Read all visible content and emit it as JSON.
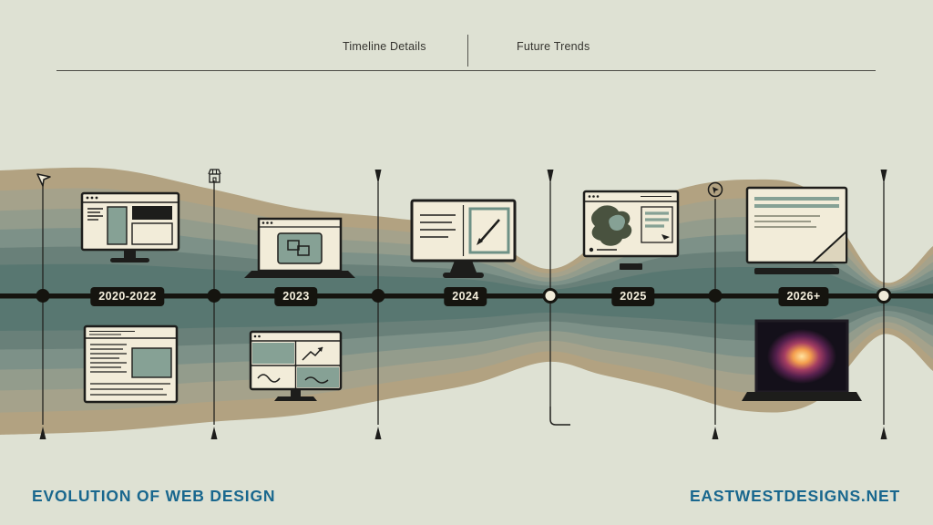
{
  "header": {
    "tab_left": "Timeline Details",
    "tab_right": "Future Trends"
  },
  "milestones": [
    {
      "label": "2020-2022"
    },
    {
      "label": "2023"
    },
    {
      "label": "2024"
    },
    {
      "label": "2025"
    },
    {
      "label": "2026+"
    }
  ],
  "footer": {
    "title": "EVOLUTION OF WEB DESIGN",
    "site": "EASTWESTDESIGNS.NET"
  },
  "icons": {
    "marker_top_1": "cursor-icon",
    "marker_top_2": "storefront-icon",
    "marker_top_3": "pin-icon",
    "marker_top_4": "pin-icon",
    "marker_top_5": "circle-cursor-icon",
    "marker_top_6": "pin-icon",
    "marker_bottom": "up-pin-icon"
  },
  "colors": {
    "background": "#dee1d3",
    "accent_text": "#19678e",
    "timeline_line": "#15140f",
    "cream": "#f2ecd9",
    "illustration_teal": "#86a195",
    "wave_tan": "#b2a281",
    "wave_olive": "#a5a28b",
    "wave_sage": "#939c8c",
    "wave_gray_teal": "#7d9188",
    "wave_teal": "#698079",
    "wave_dark_teal": "#587771",
    "glow_core": "#ffe3a0",
    "glow_halo": "#a43d62"
  }
}
